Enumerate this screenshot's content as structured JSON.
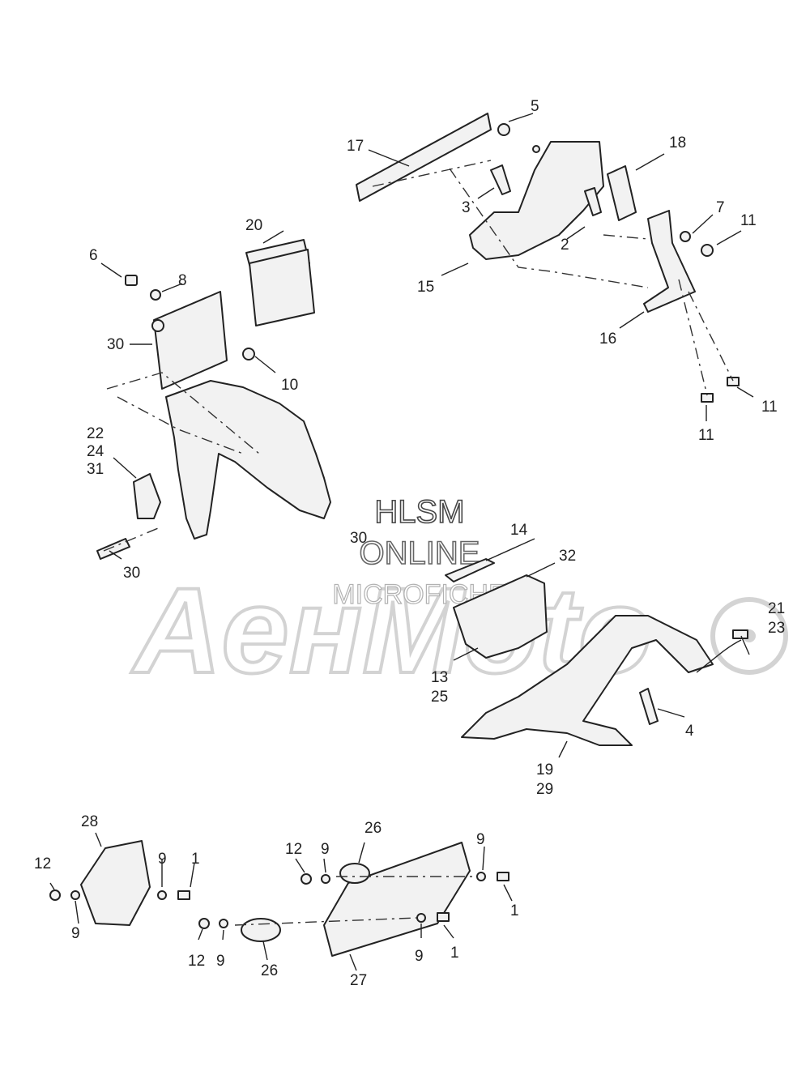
{
  "watermark": {
    "line1": "HLSM",
    "line2": "ONLINE",
    "line3": "MICROFICHE",
    "brand": "AeнMoto",
    "color": "#cfcfcf"
  },
  "callouts": {
    "c5": "5",
    "c17": "17",
    "c18": "18",
    "c3": "3",
    "c7": "7",
    "c11a": "11",
    "c2": "2",
    "c15": "15",
    "c16": "16",
    "c11b": "11",
    "c11c": "11",
    "c20": "20",
    "c6": "6",
    "c8": "8",
    "c30a": "30",
    "c10": "10",
    "c22": "22",
    "c24": "24",
    "c31": "31",
    "c30b": "30",
    "c30c": "30",
    "c14": "14",
    "c32": "32",
    "c21": "21",
    "c23": "23",
    "c13": "13",
    "c25": "25",
    "c4": "4",
    "c19": "19",
    "c29": "29",
    "c28": "28",
    "c12a": "12",
    "c9a": "9",
    "c1a": "1",
    "c9b": "9",
    "c12b": "12",
    "c9c": "9",
    "c26a": "26",
    "c9d": "9",
    "c1b": "1",
    "c12c": "12",
    "c9e": "9",
    "c26b": "26",
    "c27": "27",
    "c9f": "9",
    "c1c": "1"
  }
}
